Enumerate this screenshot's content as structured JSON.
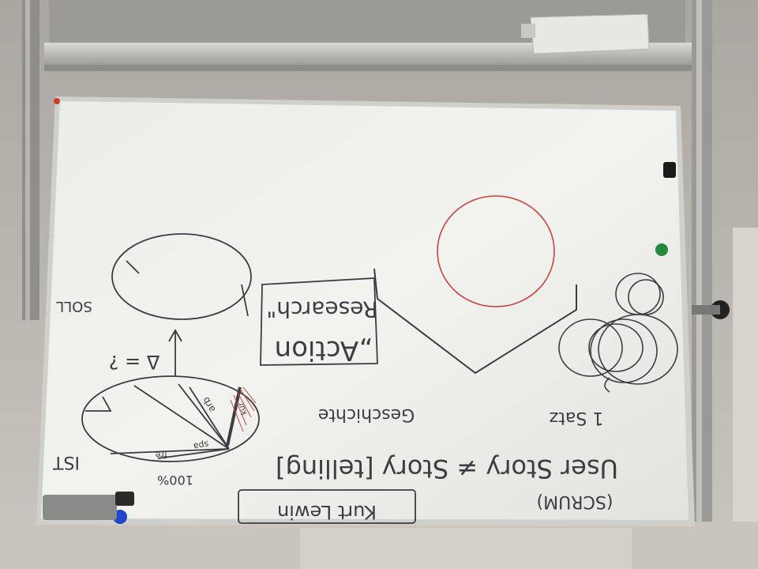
{
  "whiteboard": {
    "title_box": "Kurt Lewin",
    "scrum_label": "(SCRUM)",
    "user_story_line": "User Story ≠ Story [telling]",
    "geschichte_label": "Geschichte",
    "action_research_line1": "„Action",
    "action_research_line2": "Research\"",
    "ein_satz_label": "1 Satz",
    "ist_label": "IST",
    "soll_label": "SOLL",
    "percent_label": "100%",
    "delta_label": "Δ = ?",
    "pie_label_spa": "spa",
    "pie_label_fre": "fre",
    "pie_label_arb": "arb",
    "pie_label_kur": "kur"
  },
  "colors": {
    "marker_black": "#3a3d44",
    "marker_red": "#c8473e",
    "magnet_green": "#1e8a3a",
    "magnet_blue": "#2244cc",
    "board_white": "#eeeeea"
  }
}
